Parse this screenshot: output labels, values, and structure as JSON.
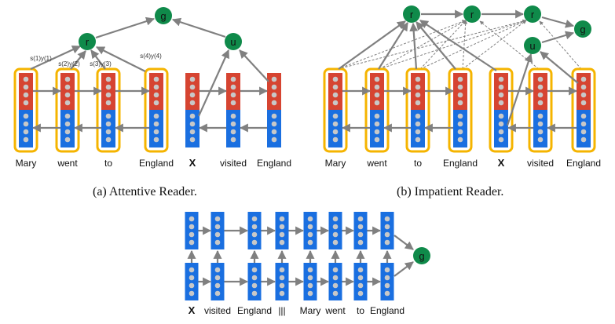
{
  "colors": {
    "forward": "#d64431",
    "backward": "#1a6fe0",
    "attention_box": "#f5b400",
    "node": "#0f8a4a",
    "arrow": "#808080",
    "dot": "#c8c8c8"
  },
  "attentive": {
    "caption": "(a) Attentive Reader.",
    "tokens": [
      "Mary",
      "went",
      "to",
      "England",
      "X",
      "visited",
      "England"
    ],
    "weights": [
      "s(1)y(1)",
      "s(2)y(2)",
      "s(3)y(3)",
      "s(4)y(4)"
    ],
    "nodes": {
      "r": "r",
      "g": "g",
      "u": "u"
    }
  },
  "impatient": {
    "caption": "(b) Impatient Reader.",
    "tokens": [
      "Mary",
      "went",
      "to",
      "England",
      "X",
      "visited",
      "England"
    ],
    "nodes": {
      "r": "r",
      "g": "g",
      "u": "u"
    }
  },
  "deep_lstm": {
    "tokens": [
      "X",
      "visited",
      "England",
      "|||",
      "Mary",
      "went",
      "to",
      "England"
    ],
    "nodes": {
      "g": "g"
    }
  }
}
